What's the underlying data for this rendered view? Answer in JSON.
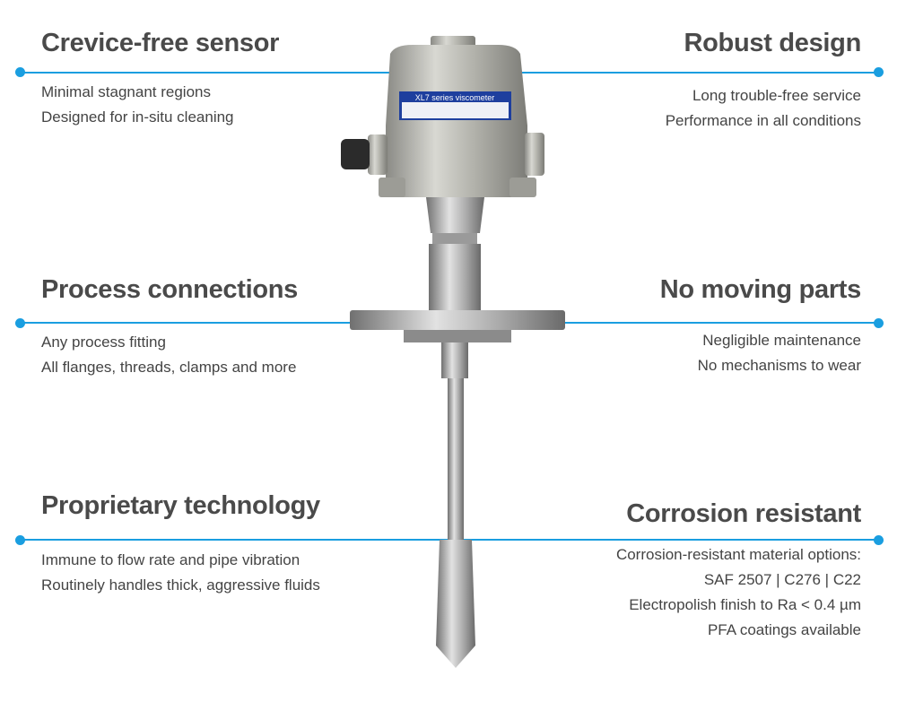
{
  "device": {
    "label": "XL7 series viscometer"
  },
  "features": {
    "crevice": {
      "title": "Crevice-free sensor",
      "lines": [
        "Minimal stagnant regions",
        "Designed for in-situ cleaning"
      ]
    },
    "robust": {
      "title": "Robust design",
      "lines": [
        "Long trouble-free service",
        "Performance in all conditions"
      ]
    },
    "process": {
      "title": "Process connections",
      "lines": [
        "Any process fitting",
        "All flanges, threads, clamps and more"
      ]
    },
    "nomoving": {
      "title": "No moving parts",
      "lines": [
        "Negligible maintenance",
        "No mechanisms to wear"
      ]
    },
    "proprietary": {
      "title": "Proprietary technology",
      "lines": [
        "Immune to flow rate and pipe vibration",
        "Routinely handles thick, aggressive fluids"
      ]
    },
    "corrosion": {
      "title": "Corrosion resistant",
      "lines": [
        "Corrosion-resistant material options:",
        "SAF 2507 | C276 | C22",
        "Electropolish finish to Ra < 0.4 µm",
        "PFA coatings available"
      ]
    }
  },
  "colors": {
    "accent": "#1a9ee0",
    "heading": "#4a4a4a",
    "body": "#444444"
  }
}
